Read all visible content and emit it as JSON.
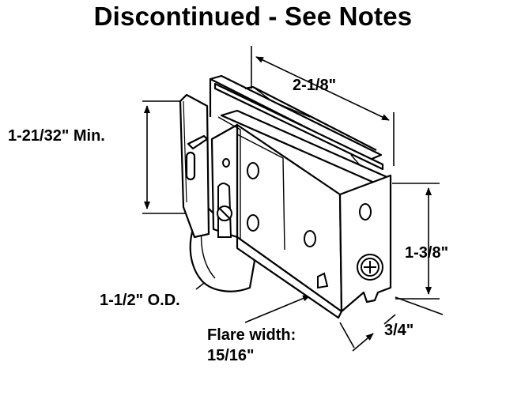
{
  "title": "Discontinued - See Notes",
  "dimensions": {
    "top_length": "2-1/8\"",
    "min_height": "1-21/32\" Min.",
    "side_height": "1-3/8\"",
    "roller_od": "1-1/2\" O.D.",
    "flare_label": "Flare width:",
    "flare_value": "15/16\"",
    "width": "3/4\""
  }
}
